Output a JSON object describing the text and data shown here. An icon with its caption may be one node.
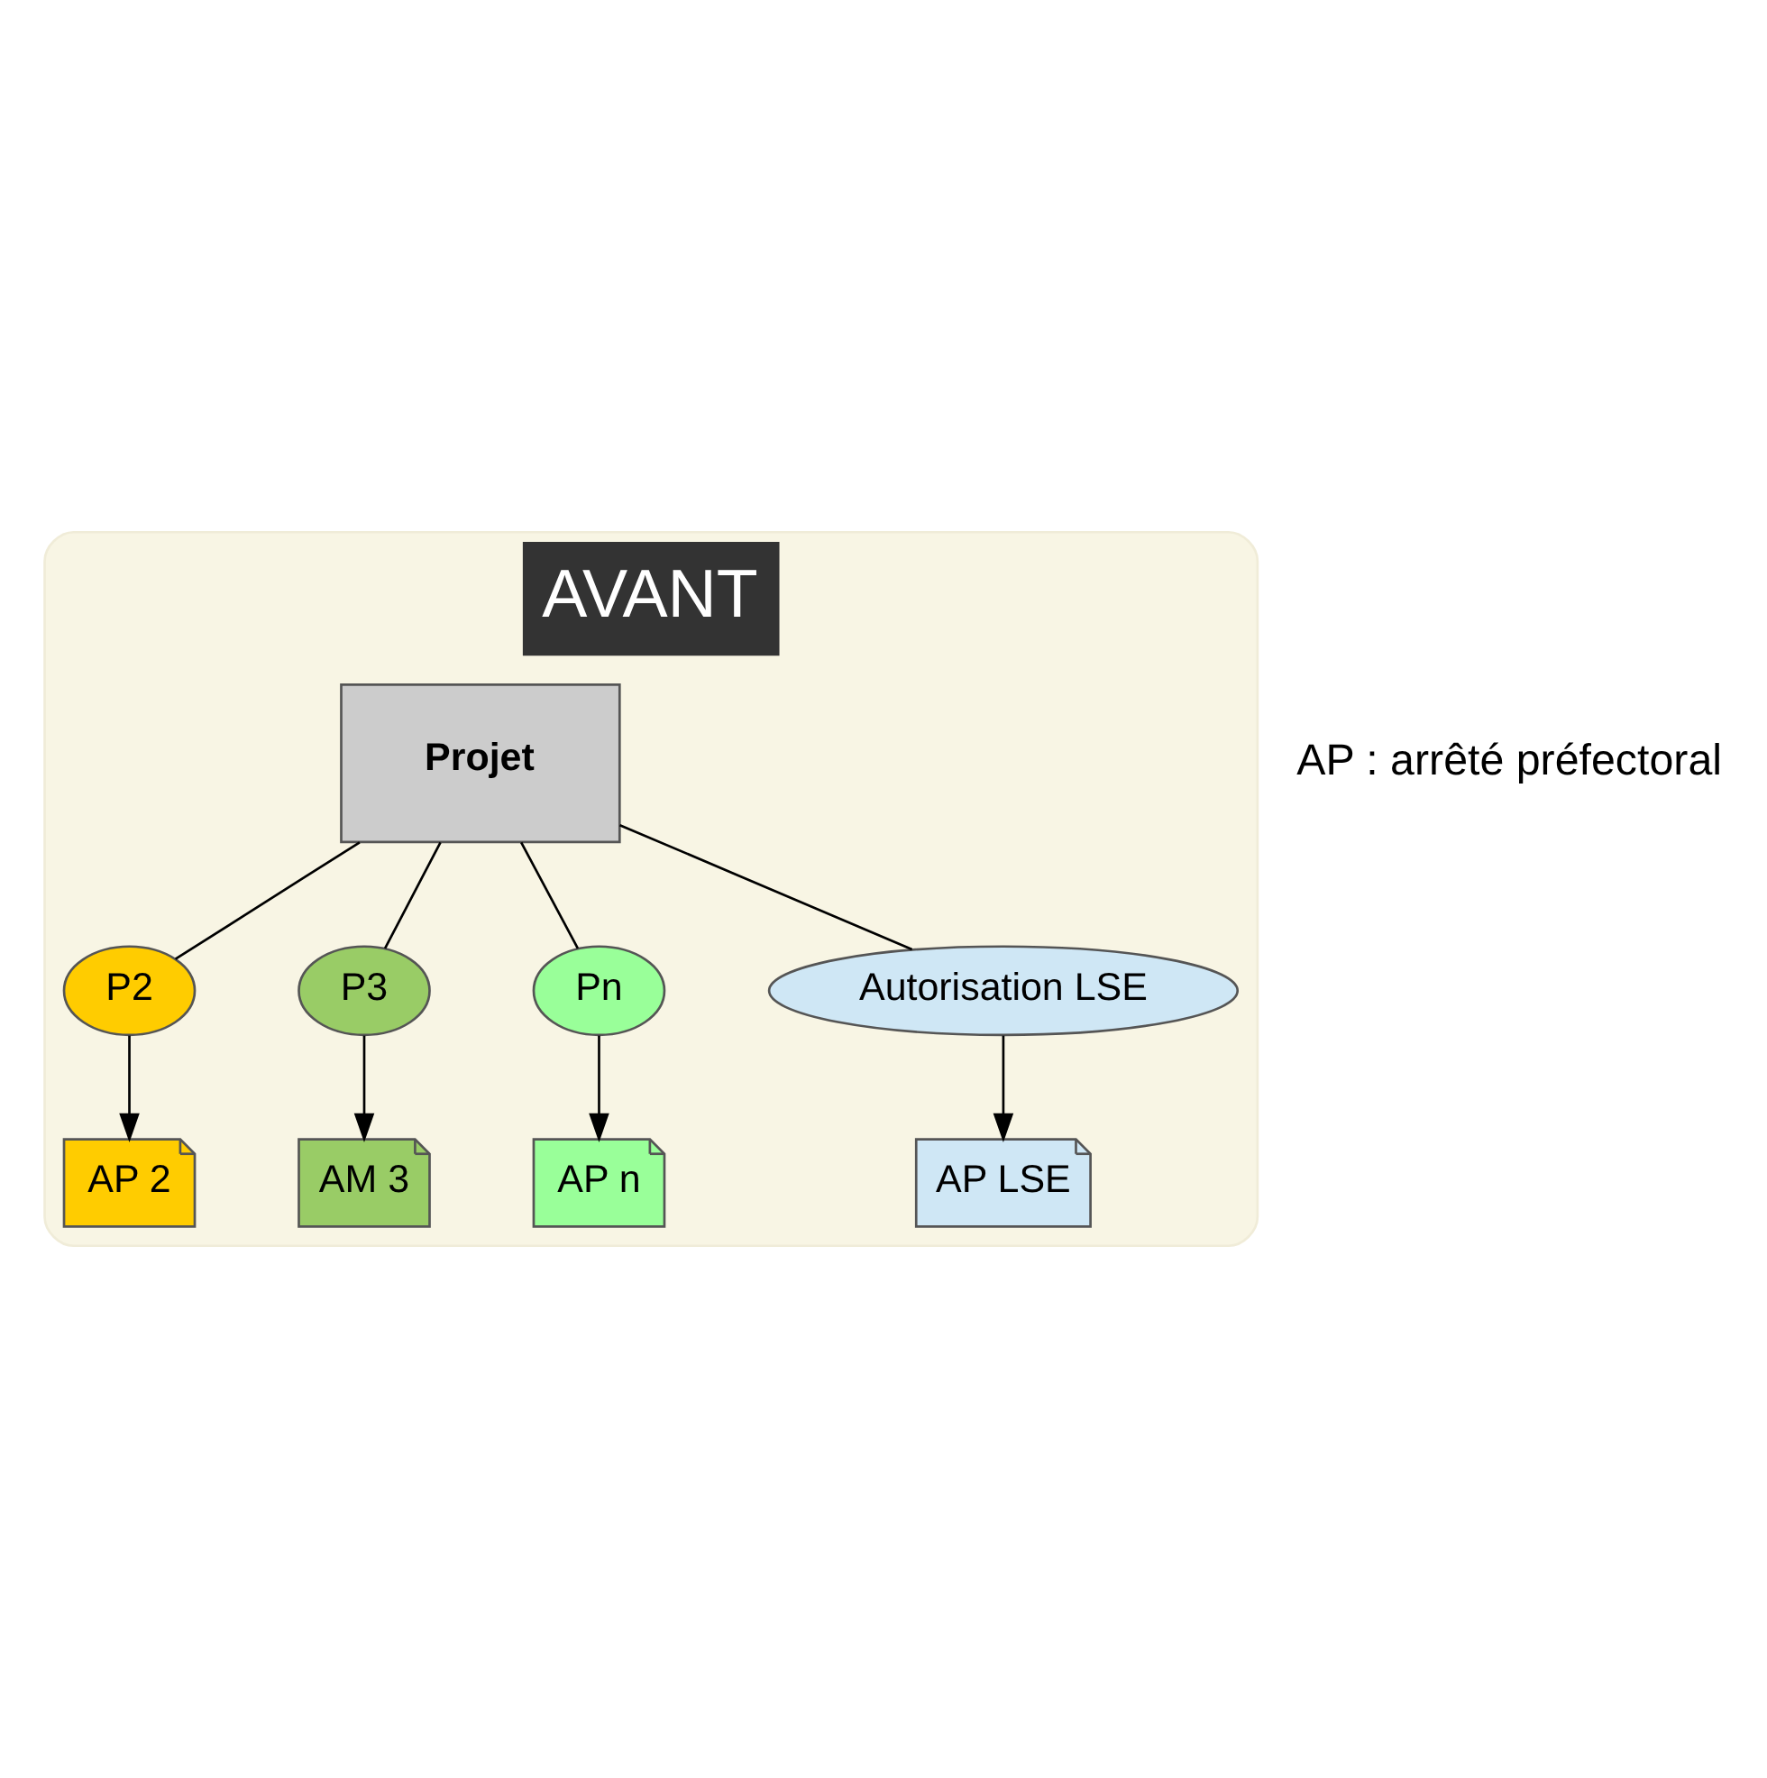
{
  "diagram": {
    "nodes": [
      {
        "text": [
          "AVANT"
        ]
      },
      {
        "text": [
          "Projet"
        ],
        "in": 0
      },
      {
        "text": [
          "P2"
        ],
        "in": 0
      },
      {
        "text": [
          "P3"
        ],
        "in": 0
      },
      {
        "text": [
          "Pn"
        ],
        "in": 0
      },
      {
        "text": [
          "AP 2"
        ],
        "in": 0
      },
      {
        "text": [
          "AM 3"
        ],
        "in": 0
      },
      {
        "text": [
          "AP n"
        ],
        "in": 0
      },
      {
        "text": [
          "Autorisation LSE"
        ],
        "in": 0
      },
      {
        "text": [
          "AP LSE"
        ],
        "in": 0
      }
    ],
    "edges": [
      {
        "from": 1,
        "to": 2,
        "arrow": "none"
      },
      {
        "from": 1,
        "to": 3,
        "arrow": "none"
      },
      {
        "from": 1,
        "to": 4,
        "arrow": "none"
      },
      {
        "from": 1,
        "to": 8,
        "arrow": "none"
      },
      {
        "from": 2,
        "to": 5,
        "arrow": "to"
      },
      {
        "from": 3,
        "to": 6,
        "arrow": "to"
      },
      {
        "from": 4,
        "to": 7,
        "arrow": "to"
      },
      {
        "from": 8,
        "to": 9,
        "arrow": "to"
      }
    ],
    "labels": [
      "AP : arrêté préfectoral"
    ]
  }
}
